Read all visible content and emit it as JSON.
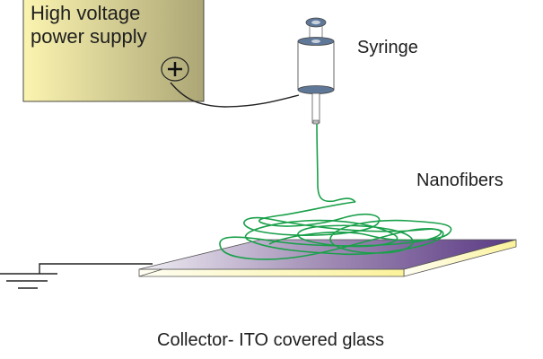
{
  "diagram": {
    "title": "Electrospinning setup",
    "labels": {
      "power_supply": "High voltage\npower supply",
      "power_supply_line1": "High voltage",
      "power_supply_line2": "power supply",
      "polarity": "+",
      "syringe": "Syringe",
      "nanofibers": "Nanofibers",
      "collector": "Collector- ITO covered glass"
    },
    "components": [
      {
        "id": "power-supply",
        "label": "High voltage power supply",
        "terminal": "+"
      },
      {
        "id": "syringe",
        "label": "Syringe"
      },
      {
        "id": "nanofibers",
        "label": "Nanofibers"
      },
      {
        "id": "collector",
        "label": "Collector- ITO covered glass"
      },
      {
        "id": "ground",
        "label": ""
      }
    ],
    "connections": [
      {
        "from": "power-supply",
        "to": "syringe",
        "kind": "wire"
      },
      {
        "from": "syringe",
        "to": "collector",
        "kind": "fiber-jet"
      },
      {
        "from": "collector",
        "to": "ground",
        "kind": "wire"
      }
    ],
    "colors": {
      "psu_light": "#fbf4b0",
      "psu_dark": "#aca676",
      "syringe_cap": "#5f7898",
      "fiber": "#1aa04a",
      "plate_light": "#e0dde8",
      "plate_dark": "#5b3a86",
      "glass_edge": "#fbf29a",
      "line": "#2a2a2a"
    }
  }
}
